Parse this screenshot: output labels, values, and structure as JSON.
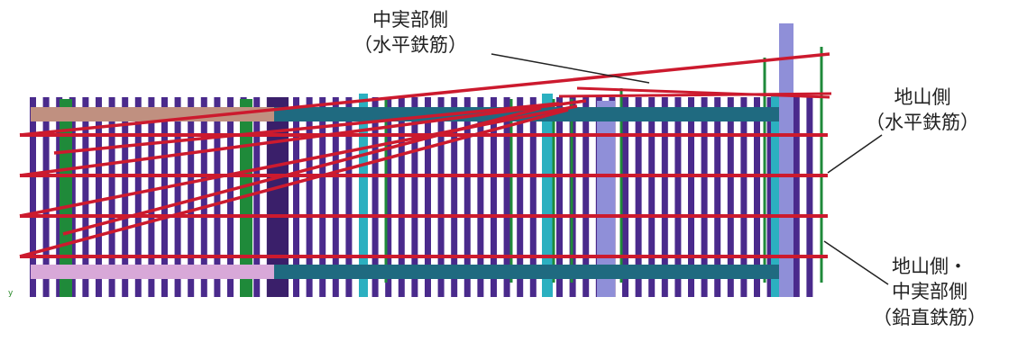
{
  "labels": {
    "center_horizontal": {
      "line1": "中実部側",
      "line2": "（水平鉄筋）"
    },
    "ground_horizontal": {
      "line1": "地山側",
      "line2": "（水平鉄筋）"
    },
    "vertical_both": {
      "line1": "地山側・",
      "line2": "中実部側",
      "line3": "（鉛直鉄筋）"
    }
  },
  "axis_marker": "y",
  "colors": {
    "vertical_bar": "#4a2a8c",
    "horizontal_rebar": "#cc1a2e",
    "teal_beam": "#1f6a80",
    "cyan_column": "#2bb0c0",
    "green_rebar": "#1f8a3a",
    "lavender_column": "#8f8fd8",
    "pink_beam": "#d8a8d8",
    "brown_beam": "#c09080"
  }
}
